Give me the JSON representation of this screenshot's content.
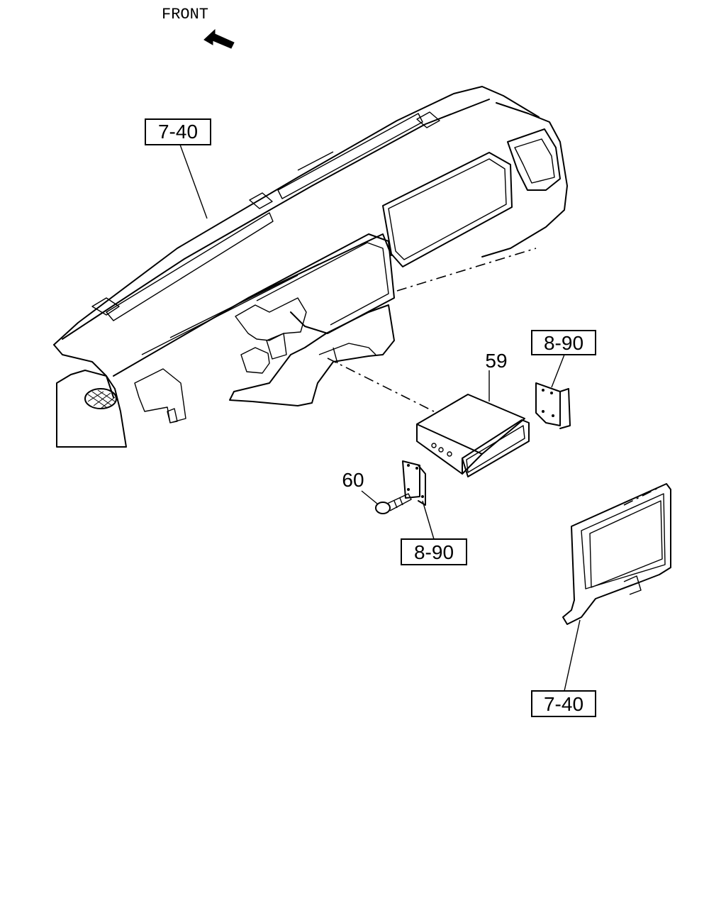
{
  "orientation": {
    "label": "FRONT",
    "icon": "front-arrow-icon"
  },
  "callouts": {
    "dash_ref": "7-40",
    "bracket_ref_top": "8-90",
    "bracket_ref_bottom": "8-90",
    "lid_ref": "7-40"
  },
  "parts": {
    "pocket_number": "59",
    "screw_number": "60"
  }
}
